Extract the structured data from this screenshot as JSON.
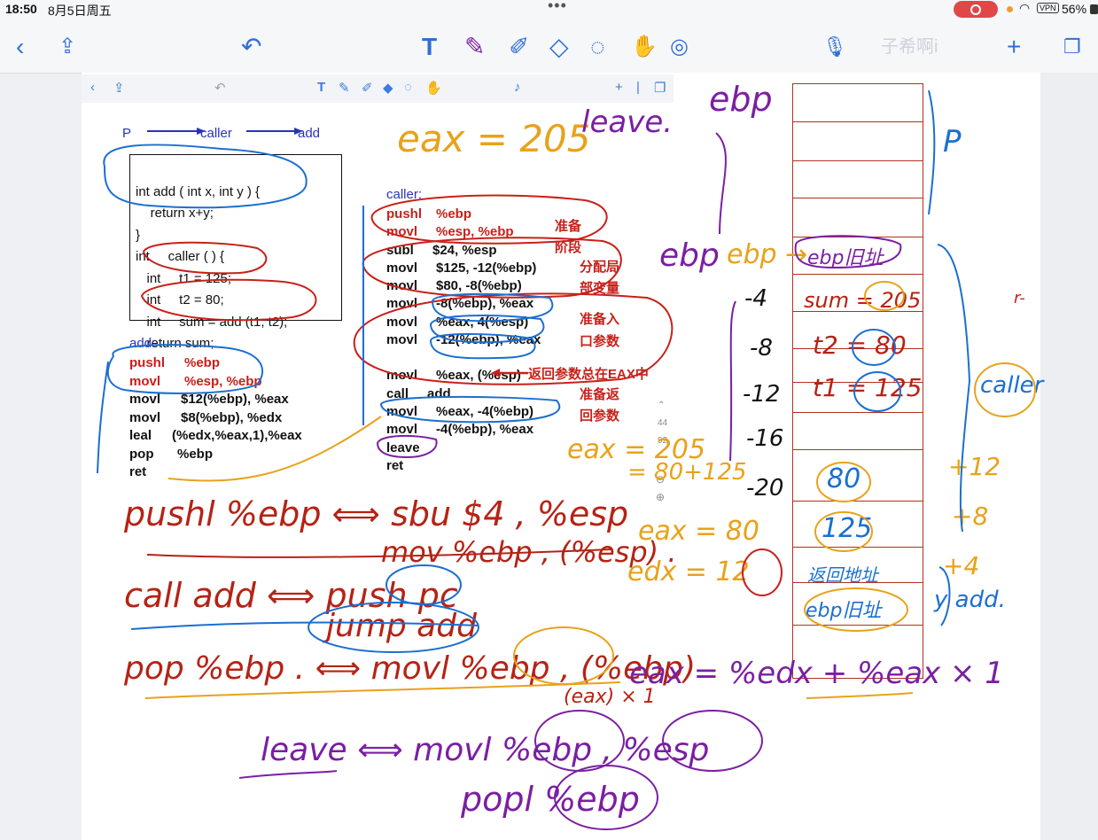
{
  "status": {
    "time": "18:50",
    "date": "8月5日周五",
    "vpn": "VPN",
    "battery": "56%"
  },
  "toolbar": {
    "back": "‹",
    "share": "⇪",
    "undo": "↶",
    "text": "T",
    "pen": "✎",
    "highlighter": "✐",
    "eraser": "◇",
    "lasso": "◌",
    "hand": "✋",
    "laser": "◎",
    "mic": "🎙",
    "add": "+",
    "pages": "❐",
    "watermark": "子希啊i"
  },
  "embedded_toolbar": {
    "back": "‹",
    "share": "⇪",
    "undo": "↶",
    "text": "T",
    "add": "+",
    "pages": "❐"
  },
  "slide": {
    "flow": {
      "p": "P",
      "caller": "caller",
      "add": "add"
    },
    "c_code": [
      "int add ( int x, int y ) {",
      "    return x+y;",
      "}",
      "int     caller ( ) {",
      "   int     t1 = 125;",
      "   int     t2 = 80;",
      "   int     sum = add (t1, t2);",
      "   return sum;"
    ],
    "add_label": "add:",
    "add_asm": [
      {
        "op": "pushl",
        "arg": "%ebp",
        "red": true
      },
      {
        "op": "movl",
        "arg": "%esp, %ebp",
        "red": true
      },
      {
        "op": "movl",
        "arg": "$12(%ebp), %eax",
        "red": false
      },
      {
        "op": "movl",
        "arg": "$8(%ebp), %edx",
        "red": false
      },
      {
        "op": "leal",
        "arg": "(%edx,%eax,1),%eax",
        "red": false
      },
      {
        "op": "pop",
        "arg": "%ebp",
        "red": false
      },
      {
        "op": "ret",
        "arg": "",
        "red": false
      }
    ],
    "caller_label": "caller:",
    "caller_asm": [
      {
        "op": "pushl",
        "arg": "%ebp",
        "red": true
      },
      {
        "op": "movl",
        "arg": "%esp, %ebp",
        "red": true
      },
      {
        "op": "subl",
        "arg": "$24, %esp",
        "red": false
      },
      {
        "op": "movl",
        "arg": "$125, -12(%ebp)",
        "red": false
      },
      {
        "op": "movl",
        "arg": "$80, -8(%ebp)",
        "red": false
      },
      {
        "op": "movl",
        "arg": "-8(%ebp), %eax",
        "red": false
      },
      {
        "op": "movl",
        "arg": "%eax, 4(%esp)",
        "red": false
      },
      {
        "op": "movl",
        "arg": "-12(%ebp), %eax",
        "red": false
      },
      {
        "op": "movl",
        "arg": "%eax, (%esp)",
        "red": false
      },
      {
        "op": "call",
        "arg": "add",
        "red": false
      },
      {
        "op": "movl",
        "arg": "%eax, -4(%ebp)",
        "red": false
      },
      {
        "op": "movl",
        "arg": "-4(%ebp), %eax",
        "red": false
      },
      {
        "op": "leave",
        "arg": "",
        "red": false
      },
      {
        "op": "ret",
        "arg": "",
        "red": false
      }
    ],
    "notes": {
      "prep": "准备",
      "stage": "阶段",
      "alloc": "分配局",
      "localvars": "部变量",
      "prep_in": "准备入",
      "param": "口参数",
      "ret_eax": "返回参数总在EAX中",
      "prep_ret": "准备返",
      "ret_param": "回参数"
    },
    "page_counter": {
      "current": "44",
      "total": "92"
    }
  },
  "handwriting": {
    "eax205": "eax = 205",
    "leave1": "leave.",
    "ebp_top": "ebp",
    "ebp_mid": "ebp",
    "ebp_arrow": "ebp →",
    "stack_p": "P",
    "r_mark": "r-",
    "caller_label": "caller",
    "offsets": [
      "-4",
      "-8",
      "-12",
      "-16",
      "-20"
    ],
    "plus": [
      "+12",
      "+8",
      "+4"
    ],
    "yadd": "y add.",
    "eax_calc1": "eax = 205",
    "eax_calc2": "= 80+125",
    "eax80": "eax = 80",
    "edx12": "edx = 12",
    "line1": "pushl  %ebp  ⟺  sbu  $4 , %esp",
    "line1b": "mov  %ebp , (%esp) .",
    "line2": "call  add ⟺  push  pc",
    "line2b": "jump  add",
    "line3": "pop  %ebp . ⟺  movl  %ebp , (%ebp)",
    "line3b": "eax =  %edx  +  %eax × 1",
    "line3c": "(eax) × 1",
    "line4": "leave  ⟺  movl  %ebp , %esp",
    "line4b": "popl   %ebp"
  },
  "stack_cells": [
    "",
    "",
    "",
    "",
    "ebp旧址",
    "sum = 205",
    "t2 = 80",
    "t1 = 125",
    "",
    "80",
    "125",
    "返回地址",
    "ebp旧址",
    ""
  ],
  "colors": {
    "red": "#c8201a",
    "blue": "#1b6fd0",
    "purple": "#7a1fa3",
    "orange": "#e8a21a",
    "ink_red": "#b52315",
    "stack": "#b03020"
  }
}
